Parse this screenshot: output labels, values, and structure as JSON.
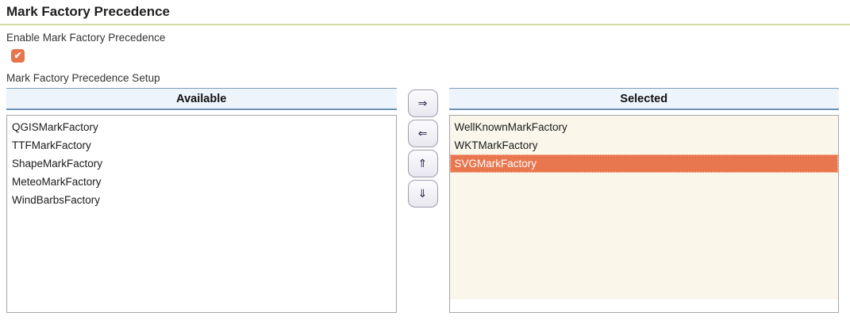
{
  "page": {
    "title": "Mark Factory Precedence"
  },
  "form": {
    "enable_label": "Enable Mark Factory Precedence",
    "enable_checked": true,
    "check_glyph": "✔",
    "setup_label": "Mark Factory Precedence Setup"
  },
  "palette": {
    "available": {
      "header": "Available",
      "items": [
        "QGISMarkFactory",
        "TTFMarkFactory",
        "ShapeMarkFactory",
        "MeteoMarkFactory",
        "WindBarbsFactory"
      ]
    },
    "selected": {
      "header": "Selected",
      "items": [
        "WellKnownMarkFactory",
        "WKTMarkFactory",
        "SVGMarkFactory"
      ],
      "highlighted": "SVGMarkFactory"
    },
    "buttons": [
      {
        "name": "move-right",
        "glyph": "⇒"
      },
      {
        "name": "move-left",
        "glyph": "⇐"
      },
      {
        "name": "move-up",
        "glyph": "⇑"
      },
      {
        "name": "move-down",
        "glyph": "⇓"
      }
    ]
  },
  "colors": {
    "accent_orange": "#e8764e",
    "checkbox_orange": "#e8744c",
    "header_bg_blue": "#edf4fc",
    "header_border_blue": "#6b93b5",
    "title_underline_green": "#d3dfa1",
    "selected_list_bg": "#faf7ea",
    "list_border": "#a6a6a6"
  }
}
